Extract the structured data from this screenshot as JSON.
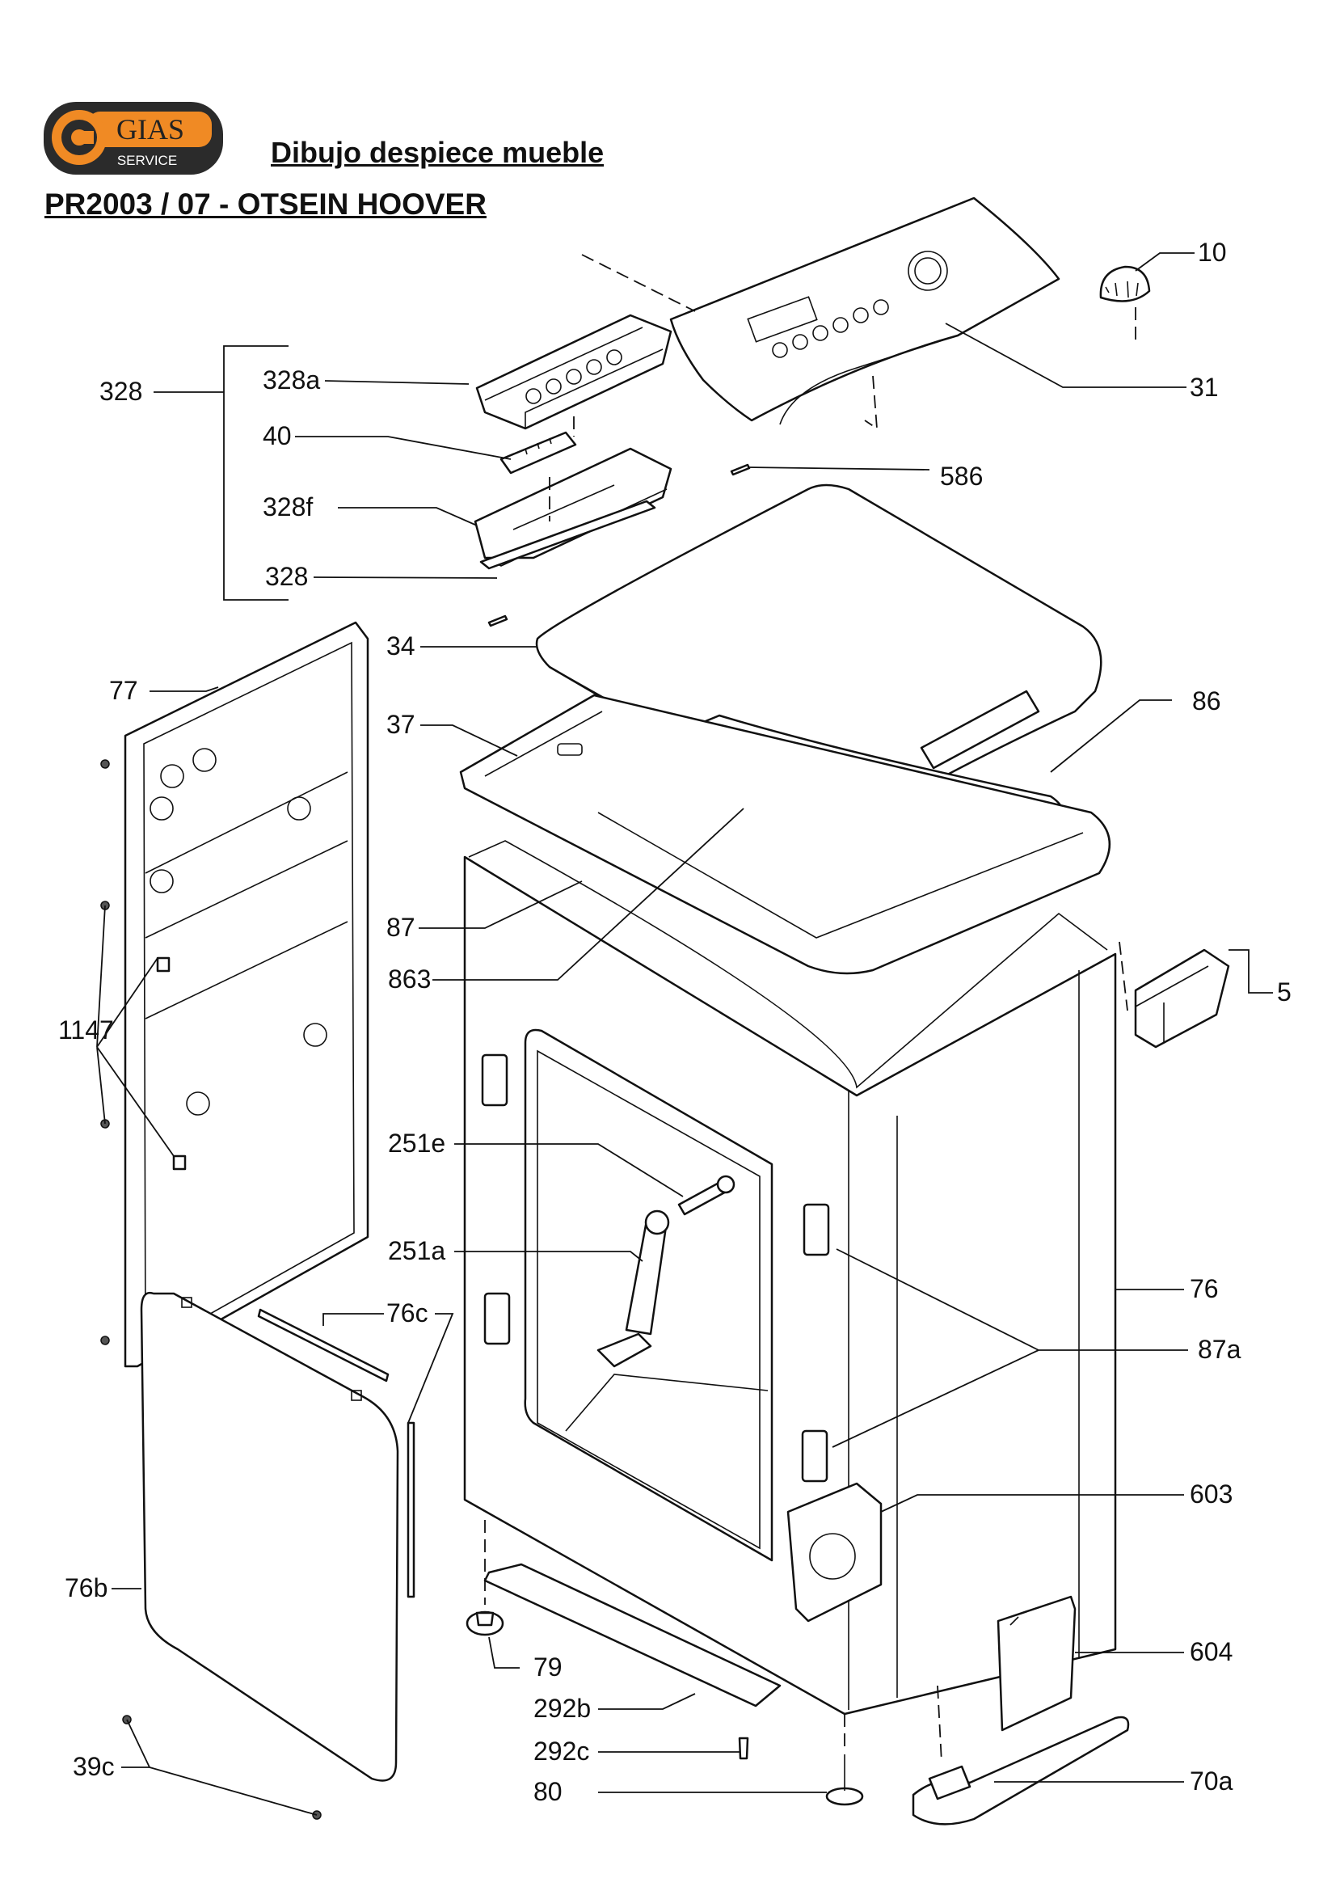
{
  "logo": {
    "brand": "GIAS",
    "sub": "SERVICE"
  },
  "header": {
    "title": "Dibujo despiece mueble",
    "subtitle": "PR2003 / 07 - OTSEIN HOOVER"
  },
  "labels": {
    "l10": "10",
    "l31": "31",
    "l328": "328",
    "l328a": "328a",
    "l40": "40",
    "l586": "586",
    "l328f": "328f",
    "l328b": "328",
    "l34": "34",
    "l77": "77",
    "l86": "86",
    "l37": "37",
    "l87": "87",
    "l863": "863",
    "l5": "5",
    "l1147": "1147",
    "l251e": "251e",
    "l251a": "251a",
    "l76": "76",
    "l76c": "76c",
    "l87a": "87a",
    "l603": "603",
    "l76b": "76b",
    "l604": "604",
    "l79": "79",
    "l292b": "292b",
    "l292c": "292c",
    "l39c": "39c",
    "l80": "80",
    "l70a": "70a"
  }
}
